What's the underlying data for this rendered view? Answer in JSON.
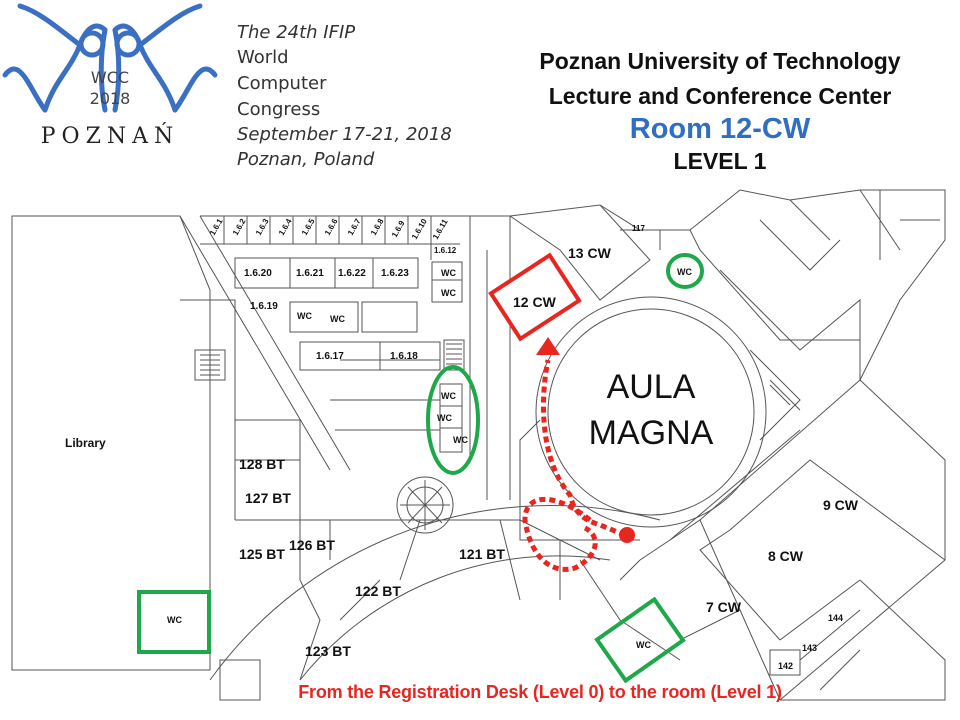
{
  "logo": {
    "line1": "WCC",
    "line2": "2018",
    "city": "POZNAŃ",
    "color": "#3a6fc4"
  },
  "conference": {
    "lines": [
      "The 24th IFIP",
      "World",
      "Computer",
      "Congress",
      "September 17-21, 2018",
      "Poznan, Poland"
    ]
  },
  "header": {
    "line1": "Poznan University of Technology",
    "line2": "Lecture and Conference Center",
    "room": "Room 12-CW",
    "level": "LEVEL 1",
    "room_color": "#2f6ec0"
  },
  "map": {
    "top_rooms": [
      "1.6.1",
      "1.6.2",
      "1.6.3",
      "1.6.4",
      "1.6.5",
      "1.6.6",
      "1.6.7",
      "1.6.8",
      "1.6.9",
      "1.6.10",
      "1.6.11"
    ],
    "rooms": {
      "r1612": "1.6.12",
      "r1620": "1.6.20",
      "r1621": "1.6.21",
      "r1622": "1.6.22",
      "r1623": "1.6.23",
      "r1619": "1.6.19",
      "r1617": "1.6.17",
      "r1618": "1.6.18",
      "library": "Library",
      "bt128": "128 BT",
      "bt127": "127 BT",
      "bt125": "125 BT",
      "bt126": "126 BT",
      "bt122": "122 BT",
      "bt123": "123 BT",
      "bt121": "121 BT",
      "cw13": "13 CW",
      "cw12": "12 CW",
      "r117": "117",
      "aula1": "AULA",
      "aula2": "MAGNA",
      "cw9": "9 CW",
      "cw8": "8 CW",
      "cw7": "7 CW",
      "r144": "144",
      "r143": "143",
      "r142": "142"
    },
    "wc_label": "WC",
    "highlight_color": "#e8251f",
    "wc_marker_color": "#1fa84a"
  },
  "footer": {
    "text": "From the Registration Desk (Level 0) to the room (Level 1)"
  }
}
